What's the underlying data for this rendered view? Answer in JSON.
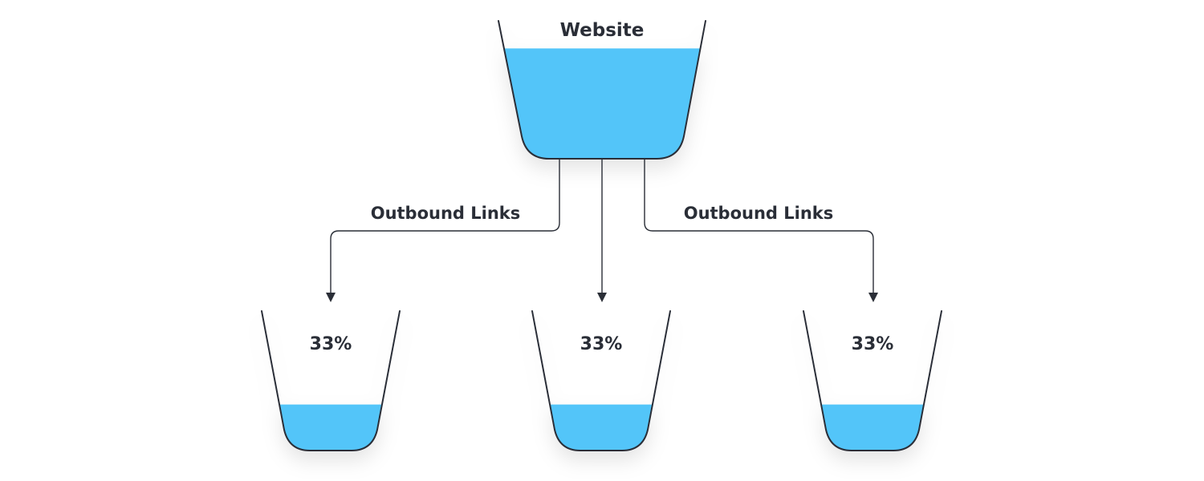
{
  "source": {
    "label": "Website",
    "fill_level": 0.8
  },
  "links": {
    "left_label": "Outbound Links",
    "right_label": "Outbound Links"
  },
  "targets": [
    {
      "label": "33%",
      "fill_level": 0.33
    },
    {
      "label": "33%",
      "fill_level": 0.33
    },
    {
      "label": "33%",
      "fill_level": 0.33
    }
  ],
  "colors": {
    "water": "#52c5f9",
    "outline": "#2a2e37",
    "text": "#2a2e37"
  }
}
